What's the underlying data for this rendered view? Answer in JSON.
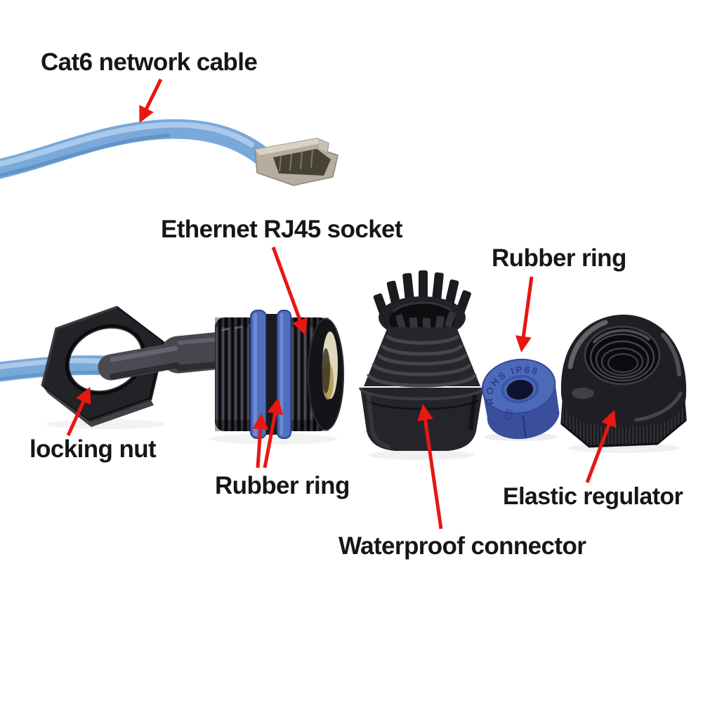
{
  "page": {
    "background": "#ffffff"
  },
  "style": {
    "arrow_color": "#e81712",
    "label_color": "#161616",
    "cable_blue": "#79a9d9",
    "ring_blue": "#4d6ab8",
    "plastic_black": "#1f1f24",
    "plug_metal": "#b6ad9e"
  },
  "labels": {
    "cable": "Cat6 network cable",
    "socket": "Ethernet RJ45 socket",
    "rubber_ring_top": "Rubber ring",
    "locking_nut": "locking nut",
    "rubber_ring_bottom": "Rubber ring",
    "waterproof_connector": "Waterproof connector",
    "elastic_regulator": "Elastic regulator"
  },
  "part_markings": {
    "blue_ring_arc": "ROHS IP68",
    "blue_ring_ce": "CE"
  }
}
